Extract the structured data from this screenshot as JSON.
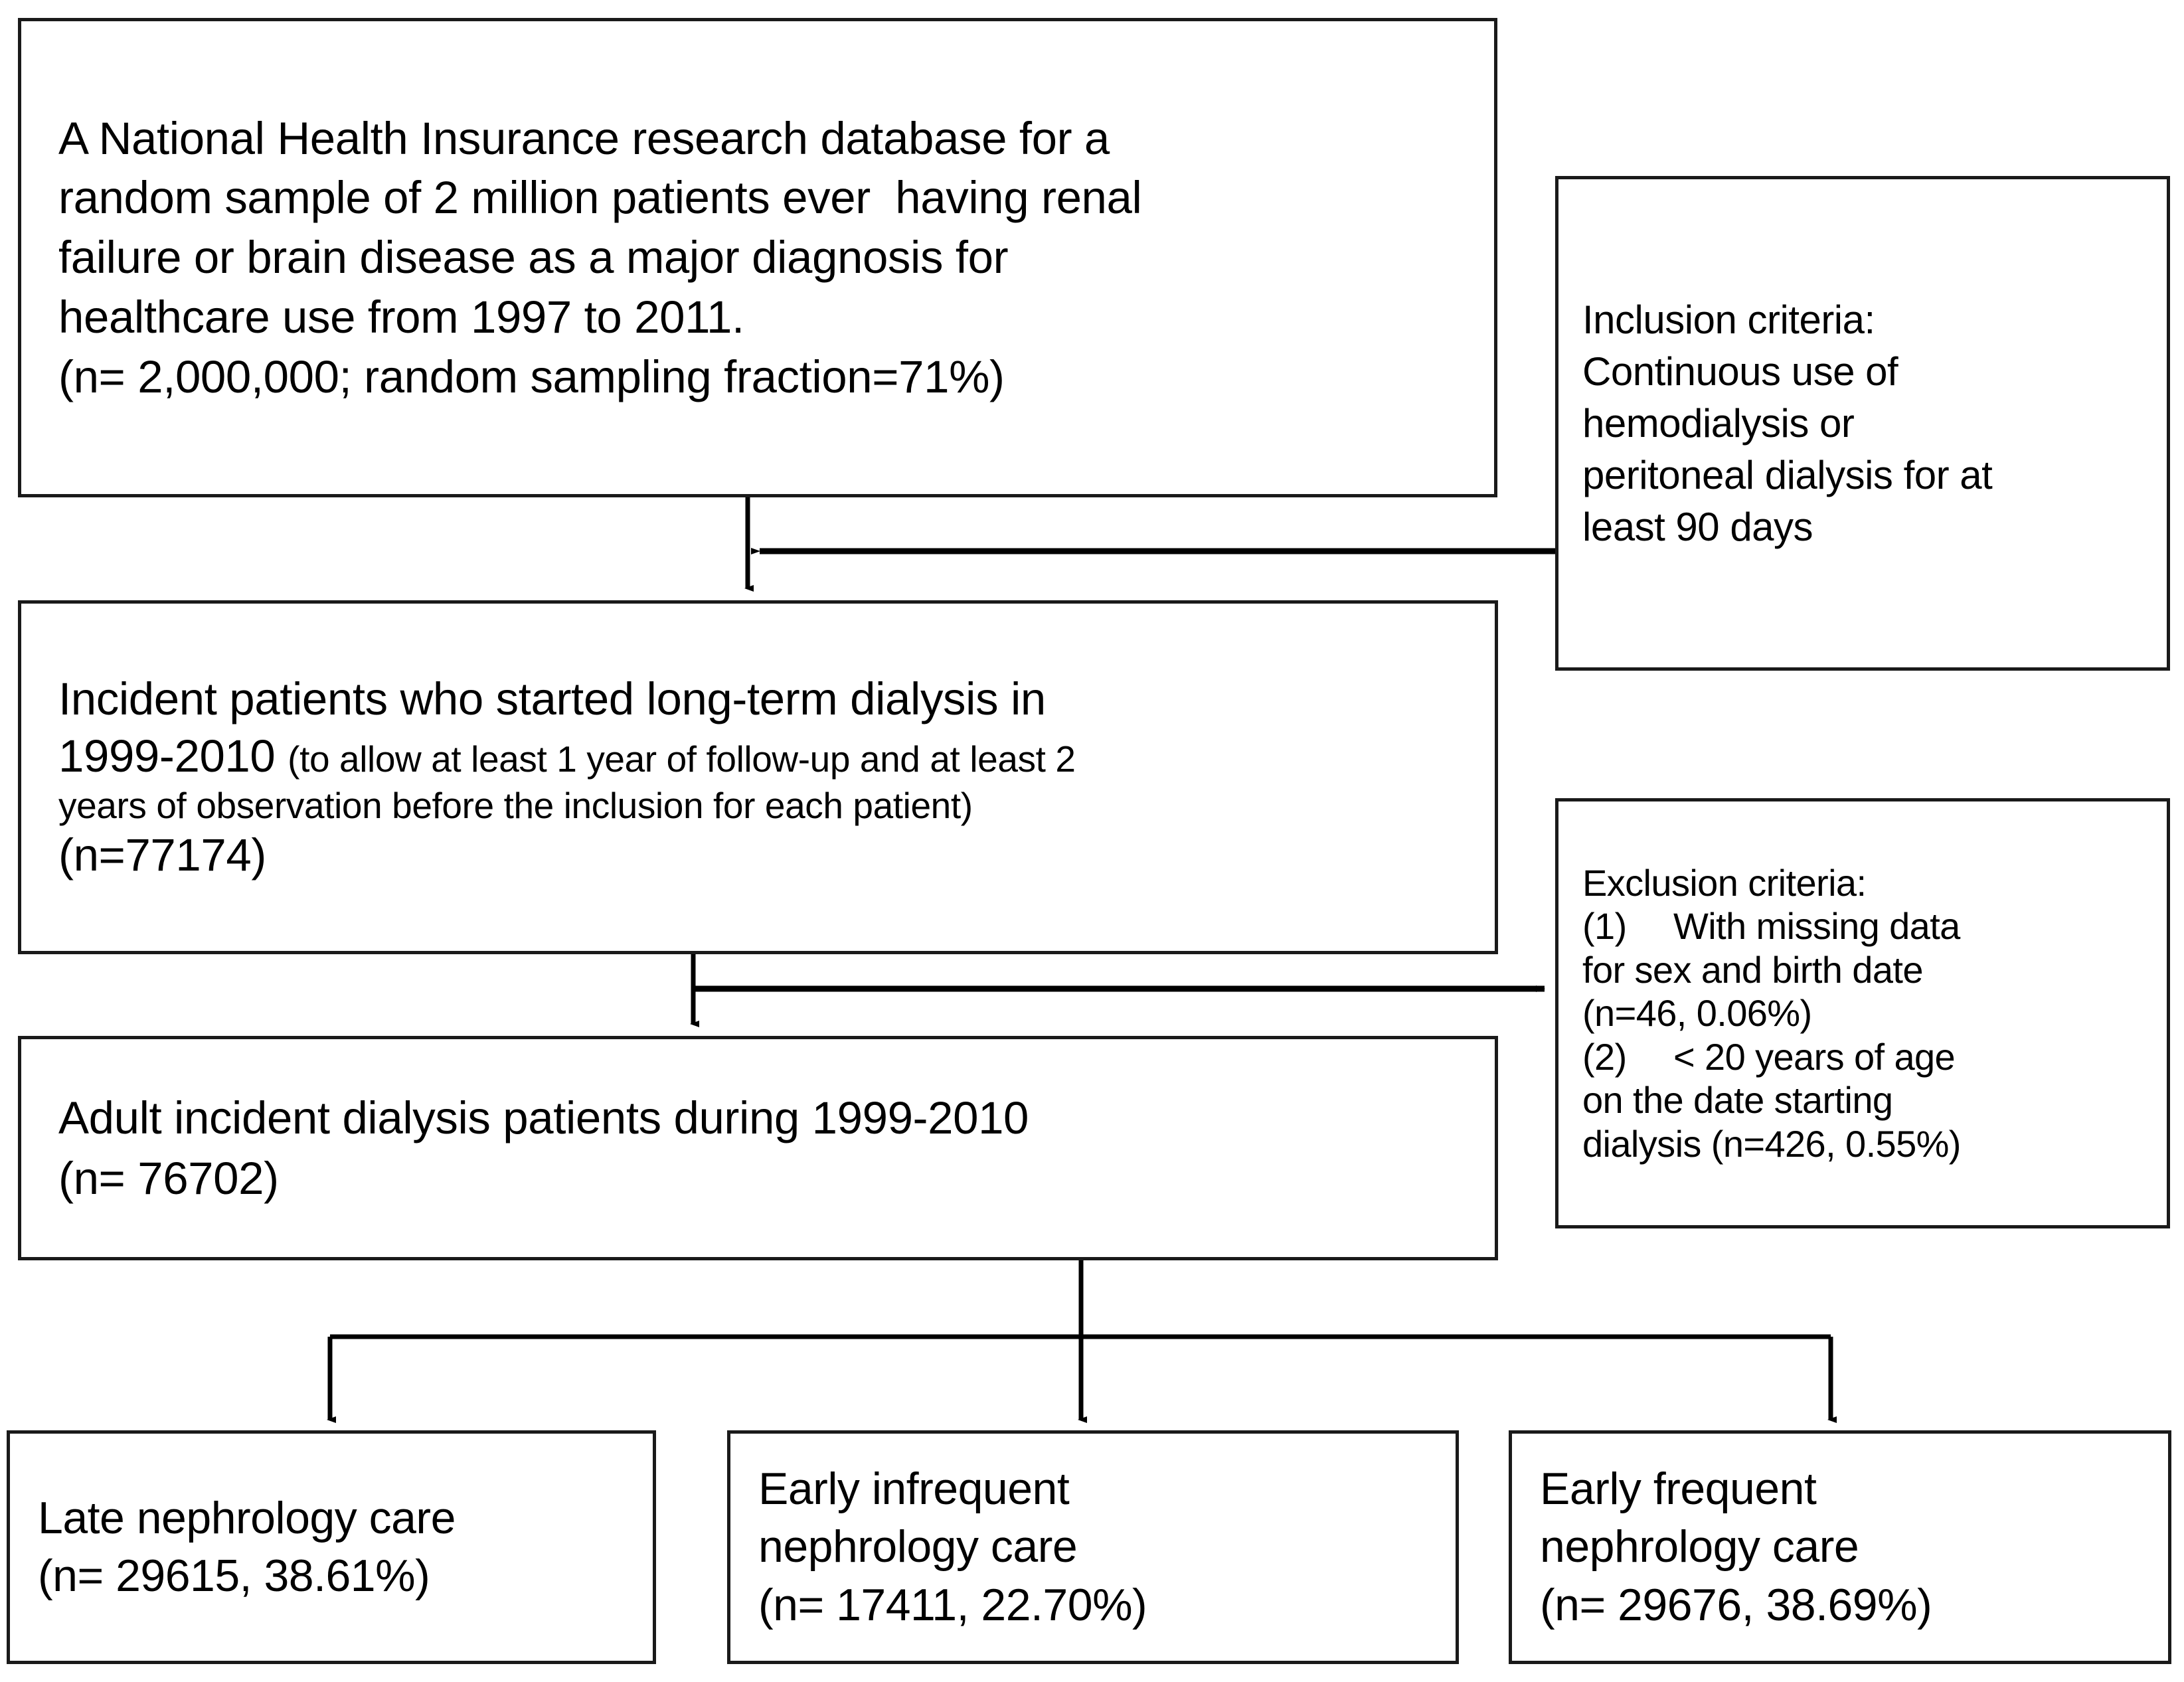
{
  "diagram": {
    "type": "flowchart",
    "orientation": "top-to-bottom",
    "nodes": {
      "source": {
        "text": "A National Health Insurance research database for a\nrandom sample of 2 million patients ever  having renal\nfailure or brain disease as a major diagnosis for\nhealthcare use from 1997 to 2011.\n(n= 2,000,000; random sampling fraction=71%)"
      },
      "incident": {
        "line1": "Incident patients who started long-term dialysis in",
        "line2_big": "1999-2010 ",
        "line2_small": "(to allow at least 1 year of follow-up and at least 2",
        "line3_small": "years of observation before the inclusion for each patient)",
        "line4": "(n=77174)"
      },
      "adult": {
        "text": "Adult incident dialysis patients during 1999-2010\n(n= 76702)"
      },
      "inclusion": {
        "text": "Inclusion criteria:\nContinuous use of\nhemodialysis or\nperitoneal dialysis for at\nleast 90 days"
      },
      "exclusion": {
        "text": "Exclusion criteria:\n(1)  With missing data\nfor sex and birth date\n(n=46, 0.06%)\n(2)  < 20 years of age\non the date starting\ndialysis (n=426, 0.55%)"
      },
      "late_nephrology": {
        "text": "Late nephrology care\n(n= 29615, 38.61%)"
      },
      "early_infrequent": {
        "text": "Early infrequent\nnephrology care\n(n= 17411, 22.70%)"
      },
      "early_frequent": {
        "text": "Early frequent\nnephrology care\n(n= 29676, 38.69%)"
      }
    },
    "counts": {
      "source_n": "2,000,000",
      "sampling_fraction": "71%",
      "incident_n": "77174",
      "adult_n": "76702",
      "excluded_missing_n": "46",
      "excluded_missing_pct": "0.06%",
      "excluded_under20_n": "426",
      "excluded_under20_pct": "0.55%",
      "late_n": "29615",
      "late_pct": "38.61%",
      "early_infrequent_n": "17411",
      "early_infrequent_pct": "22.70%",
      "early_frequent_n": "29676",
      "early_frequent_pct": "38.69%"
    },
    "colors": {
      "stroke": "#1a1a1a",
      "fill": "#ffffff",
      "text": "#000000"
    }
  }
}
